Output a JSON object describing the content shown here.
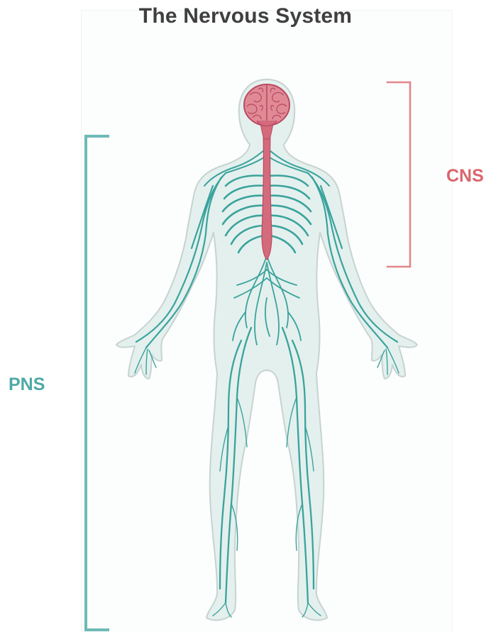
{
  "title": "The Nervous System",
  "labels": {
    "cns": "CNS",
    "pns": "PNS"
  },
  "colors": {
    "cns": "#d9666c",
    "pns": "#4daaa6",
    "title": "#3f3f3f",
    "body_fill": "#e4f0ee",
    "body_outline": "#c7d3d1",
    "nerve": "#3aa39c",
    "brain": "#e08a96",
    "brain_dark": "#c2506a"
  }
}
